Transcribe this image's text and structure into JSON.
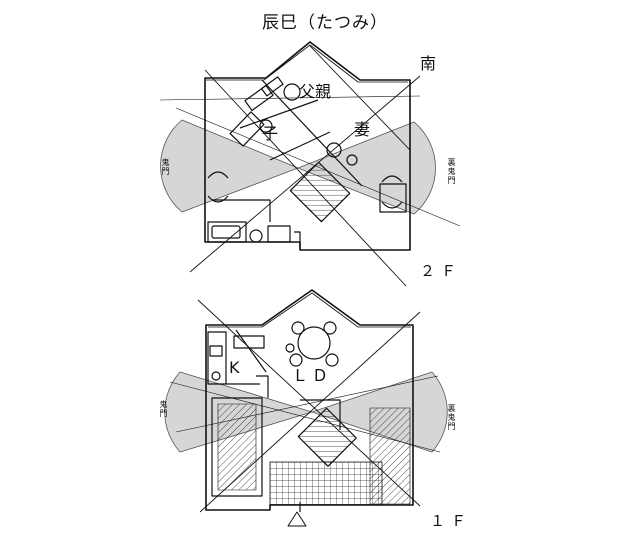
{
  "title": "辰巳（たつみ）",
  "compass": {
    "south": "南"
  },
  "gates": {
    "left": "鬼門",
    "right": "裏鬼門"
  },
  "floors": {
    "upper": {
      "label": "２Ｆ",
      "rooms": {
        "father": "父親",
        "child": "子",
        "wife": "妻"
      }
    },
    "lower": {
      "label": "１Ｆ",
      "rooms": {
        "kitchen": "K",
        "living_dining": "ＬＤ"
      }
    }
  }
}
